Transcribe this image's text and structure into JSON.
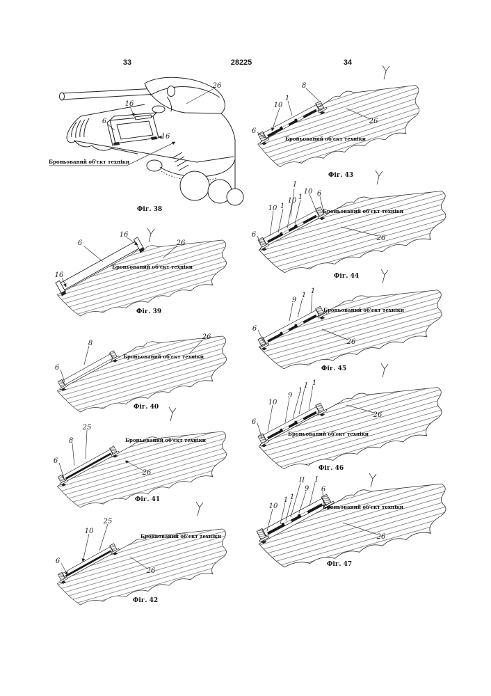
{
  "header": {
    "left_page": "33",
    "patent_number": "28225",
    "right_page": "34"
  },
  "figures": [
    {
      "caption": "Фіг. 38",
      "callout_label": "Броньований об'єкт техніки",
      "refs": {
        "hull": "26",
        "bracket_top": "16",
        "panel": "6",
        "bracket_right": "16"
      }
    },
    {
      "caption": "Фіг. 39",
      "surface_label": "Броньований об'єкт техніки",
      "refs": {
        "panel": "6",
        "bracket_top": "16",
        "bracket_bottom": "16",
        "surface": "26"
      }
    },
    {
      "caption": "Фіг. 40",
      "surface_label": "Броньований об'єкт техніки",
      "refs": {
        "panel": "8",
        "base": "6",
        "surface": "26"
      }
    },
    {
      "caption": "Фіг. 41",
      "surface_label": "Броньований об'єкт техніки",
      "refs": {
        "strip": "25",
        "panel": "8",
        "base": "6",
        "surface": "26"
      }
    },
    {
      "caption": "Фіг. 42",
      "surface_label": "Броньований об'єкт техніки",
      "refs": {
        "strip": "25",
        "damper": "10",
        "base": "6",
        "surface": "26"
      }
    },
    {
      "caption": "Фіг. 43",
      "surface_label": "Броньований об'єкт техніки",
      "refs": {
        "bracket_top": "8",
        "element": "1",
        "damper": "10",
        "base": "6",
        "surface": "26"
      }
    },
    {
      "caption": "Фіг. 44",
      "surface_label": "Броньований об'єкт техніки",
      "refs": {
        "detail": "I",
        "damper_a": "10",
        "element_a": "1",
        "damper_b": "10",
        "element_b": "1",
        "damper_c": "10",
        "bracket_top": "6",
        "base": "6",
        "surface": "26"
      }
    },
    {
      "caption": "Фіг. 45",
      "surface_label": "Броньований об'єкт техніки",
      "refs": {
        "strip": "9",
        "element_a": "1",
        "element_b": "1",
        "base": "6",
        "surface": "26"
      }
    },
    {
      "caption": "Фіг. 46",
      "surface_label": "Броньований об'єкт техніки",
      "refs": {
        "damper": "10",
        "strip": "9",
        "element_a": "1",
        "detail": "I",
        "element_b": "1",
        "base": "6",
        "surface": "26"
      }
    },
    {
      "caption": "Фіг. 47",
      "surface_label": "Броньований об'єкт техніки",
      "refs": {
        "damper": "10",
        "element_a": "1",
        "element_b": "1",
        "detail_2": "II",
        "strip": "9",
        "detail_1": "I",
        "bracket_top": "6",
        "surface": "26"
      }
    }
  ]
}
